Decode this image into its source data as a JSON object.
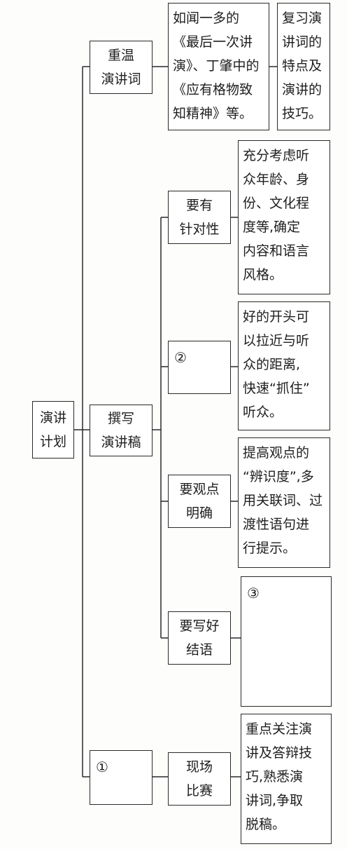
{
  "root": {
    "label": [
      "演讲",
      "计划"
    ]
  },
  "branches": {
    "review": {
      "label": [
        "重温",
        "演讲词"
      ],
      "example": [
        "如闻一多的",
        "《最后一次讲",
        "演》、丁肇中的",
        "《应有格物致",
        "知精神》等。"
      ],
      "purpose": [
        "复习演",
        "讲词的",
        "特点及",
        "演讲的",
        "技巧。"
      ]
    },
    "write": {
      "label": [
        "撰写",
        "演讲稿"
      ],
      "items": [
        {
          "label": [
            "要有",
            "针对性"
          ],
          "desc": [
            "充分考虑听",
            "众年龄、身",
            "份、文化程",
            "度等,确定",
            "内容和语言",
            "风格。"
          ]
        },
        {
          "label": [
            "②"
          ],
          "desc": [
            "好的开头可",
            "以拉近与听",
            "众的距离,",
            "快速“抓住”",
            "听众。"
          ]
        },
        {
          "label": [
            "要观点",
            "明确"
          ],
          "desc": [
            "提高观点的",
            "“辨识度”,多",
            "用关联词、过",
            "渡性语句进",
            "行提示。"
          ]
        },
        {
          "label": [
            "要写好",
            "结语"
          ],
          "desc": [
            "③"
          ]
        }
      ]
    },
    "compete": {
      "label": [
        "①"
      ],
      "sub": [
        "现场",
        "比赛"
      ],
      "desc": [
        "重点关注演",
        "讲及答辩技",
        "巧,熟悉演",
        "讲词,争取",
        "脱稿。"
      ]
    }
  }
}
